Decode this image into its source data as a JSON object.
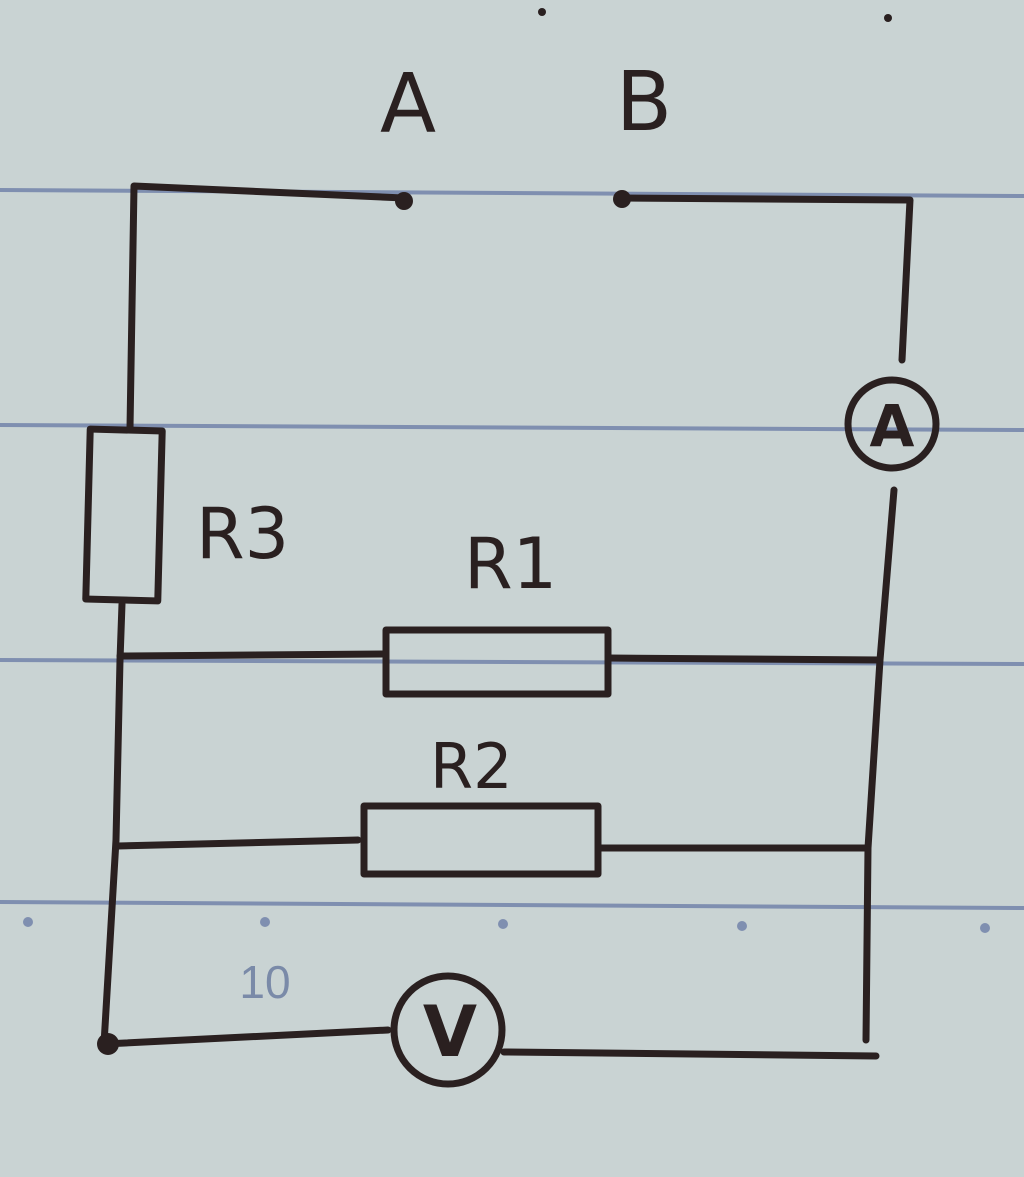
{
  "diagram": {
    "terminals": {
      "a": "A",
      "b": "B"
    },
    "resistors": {
      "r1": "R1",
      "r2": "R2",
      "r3": "R3"
    },
    "meters": {
      "ammeter": "A",
      "voltmeter": "V"
    },
    "page_number": "10",
    "colors": {
      "paper": "#c9d3d3",
      "ink": "#2a2020",
      "ruled_line": "#7f8fb0"
    }
  }
}
